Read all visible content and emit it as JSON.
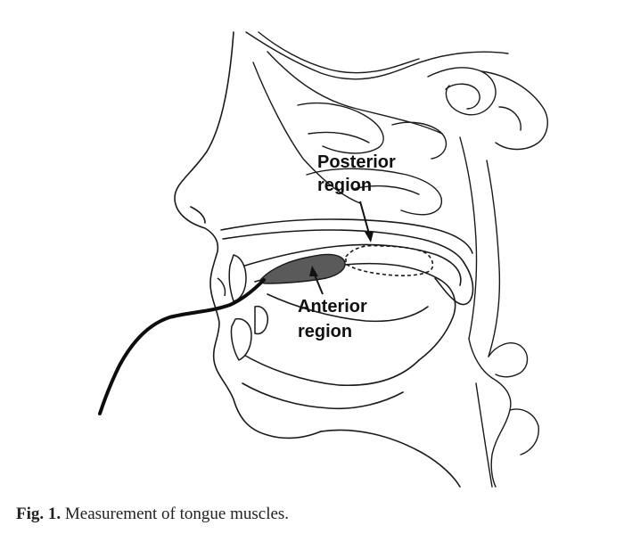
{
  "figure": {
    "labels": {
      "posterior_line1": "Posterior",
      "posterior_line2": "region",
      "anterior_line1": "Anterior",
      "anterior_line2": "region"
    }
  },
  "caption": {
    "number": "Fig. 1.",
    "text": "Measurement of tongue muscles."
  }
}
